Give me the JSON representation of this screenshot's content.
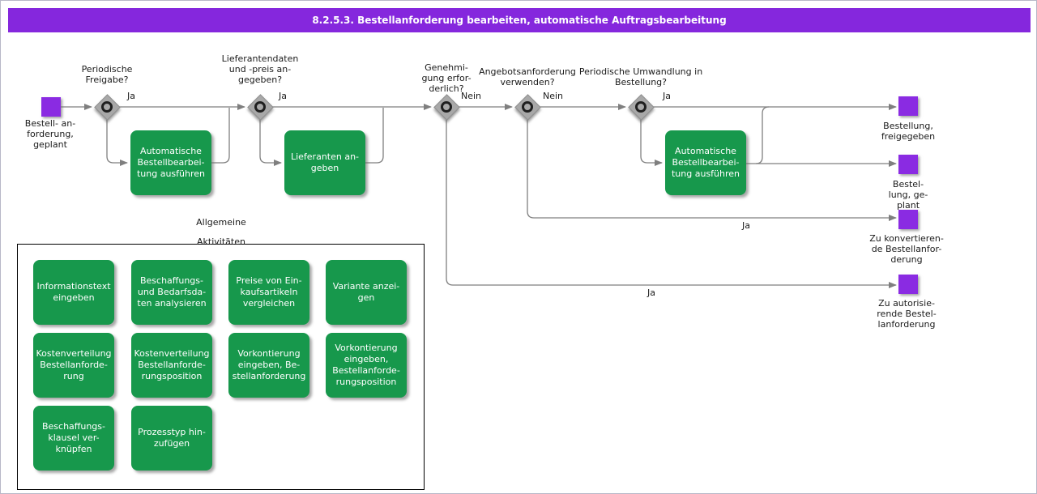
{
  "title": "8.2.5.3. Bestellanforderung bearbeiten, automatische Auftragsbearbeitung",
  "colors": {
    "title_bar_purple": "#8527DD",
    "event_purple": "#8A2BE2",
    "activity_green": "#17984C",
    "gateway_gray": "#A8A8A8",
    "line_gray": "#808080"
  },
  "start_event": {
    "label": "Bestell- an-\nforderung,\ngeplant"
  },
  "gateways": [
    {
      "label": "Periodische\nFreigabe?"
    },
    {
      "label": "Lieferantendaten\nund -preis an-\ngegeben?"
    },
    {
      "label": "Genehmi-\ngung erfor-\nderlich?"
    },
    {
      "label": "Angebotsanforderung\nverwenden?"
    },
    {
      "label": "Periodische Umwandlung in\nBestellung?"
    }
  ],
  "edges": {
    "g1": "Ja",
    "g2": "Ja",
    "g3": "Nein",
    "g3_down": "Ja",
    "g4": "Nein",
    "g4_down": "Ja",
    "g5": "Ja"
  },
  "activities": [
    {
      "label": "Automatische\nBestellbearbei-\ntung ausführen"
    },
    {
      "label": "Lieferanten an-\ngeben"
    },
    {
      "label": "Automatische\nBestellbearbei-\ntung ausführen"
    }
  ],
  "end_events": [
    {
      "label": "Bestellung,\nfreigegeben"
    },
    {
      "label": "Bestel-\nlung, ge-\nplant"
    },
    {
      "label": "Zu konvertieren-\nde Bestellanfor-\nderung"
    },
    {
      "label": "Zu autorisie-\nrende Bestel-\nlanforderung"
    }
  ],
  "general": {
    "header": "Allgemeine\nAktivitäten",
    "items": [
      {
        "label": "Informationstext\neingeben"
      },
      {
        "label": "Beschaffungs-\nund Bedarfsda-\nten analysieren"
      },
      {
        "label": "Preise von Ein-\nkaufsartikeln\nvergleichen"
      },
      {
        "label": "Variante anzei-\ngen"
      },
      {
        "label": "Kostenverteilung\nBestellanforde-\nrung"
      },
      {
        "label": "Kostenverteilung\nBestellanforde-\nrungsposition"
      },
      {
        "label": "Vorkontierung\neingeben, Be-\nstellanforderung"
      },
      {
        "label": "Vorkontierung\neingeben,\nBestellanforde-\nrungsposition"
      },
      {
        "label": "Beschaffungs-\nklausel ver-\nknüpfen"
      },
      {
        "label": "Prozesstyp hin-\nzufügen"
      }
    ]
  }
}
